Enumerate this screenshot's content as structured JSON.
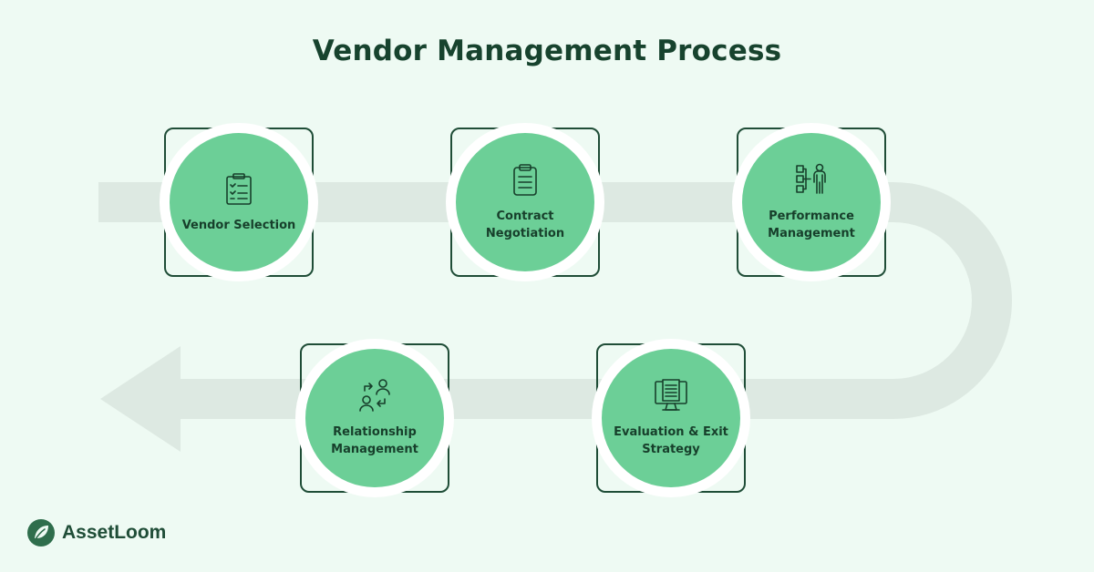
{
  "title": "Vendor Management Process",
  "colors": {
    "background": "#eefaf3",
    "flow_arrow": "#dde9e2",
    "step_fill": "#6ccf97",
    "step_border": "#1f4d37",
    "title_text": "#17432e"
  },
  "steps": [
    {
      "label": "Vendor Selection",
      "icon": "checklist-clipboard-icon"
    },
    {
      "label": "Contract\nNegotiation",
      "icon": "clipboard-icon"
    },
    {
      "label": "Performance\nManagement",
      "icon": "org-chart-person-icon"
    },
    {
      "label": "Relationship\nManagement",
      "icon": "people-exchange-icon"
    },
    {
      "label": "Evaluation & Exit\nStrategy",
      "icon": "monitor-document-icon"
    }
  ],
  "brand": {
    "name": "AssetLoom",
    "icon": "leaf-logo-icon"
  }
}
